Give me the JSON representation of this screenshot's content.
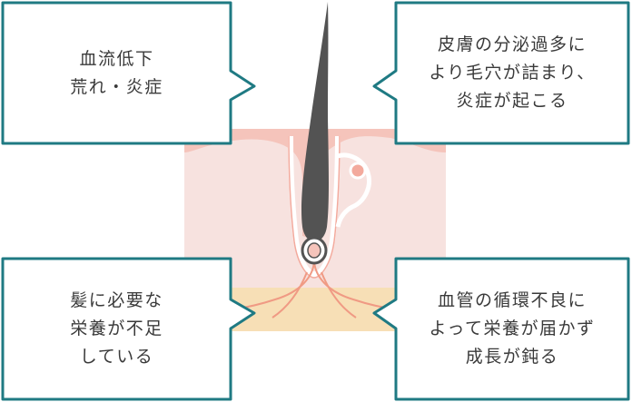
{
  "colors": {
    "frame": "#1f7a83",
    "skin_base": "#f7e2df",
    "skin_top": "#f5c4bb",
    "skin_stroke": "#ffffff",
    "fat_layer": "#f7dfb6",
    "vessel": "#f09a84",
    "hair": "#535353",
    "follicle_line": "#f3aa9d",
    "text": "#3a3a3a"
  },
  "callouts": {
    "top_left": {
      "lines": [
        "血流低下",
        "荒れ・炎症"
      ]
    },
    "top_right": {
      "lines": [
        "皮膚の分泌過多に",
        "より毛穴が詰まり、",
        "炎症が起こる"
      ]
    },
    "bottom_left": {
      "lines": [
        "髪に必要な",
        "栄養が不足",
        "している"
      ]
    },
    "bottom_right": {
      "lines": [
        "血管の循環不良に",
        "よって栄養が届かず",
        "成長が鈍る"
      ]
    }
  }
}
